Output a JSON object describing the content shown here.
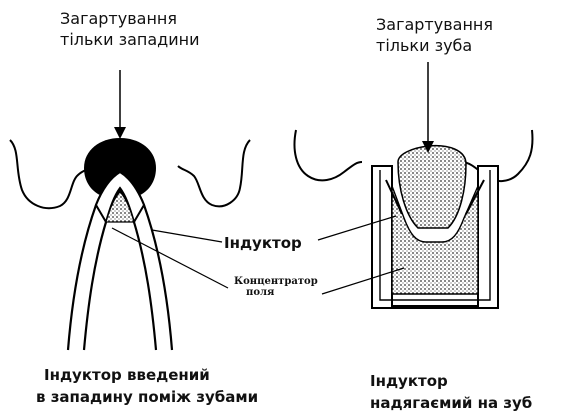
{
  "labels": {
    "left_top": [
      "Загартування",
      "тільки западини"
    ],
    "right_top": [
      "Загартування",
      "тільки зуба"
    ],
    "inductor": "Індуктор",
    "concentrator": [
      "Концентратор",
      "поля"
    ],
    "left_bottom": [
      "Індуктор введений",
      "в западину поміж зубами"
    ],
    "right_bottom": [
      "Індуктор",
      "надягаємий на зуб"
    ]
  }
}
